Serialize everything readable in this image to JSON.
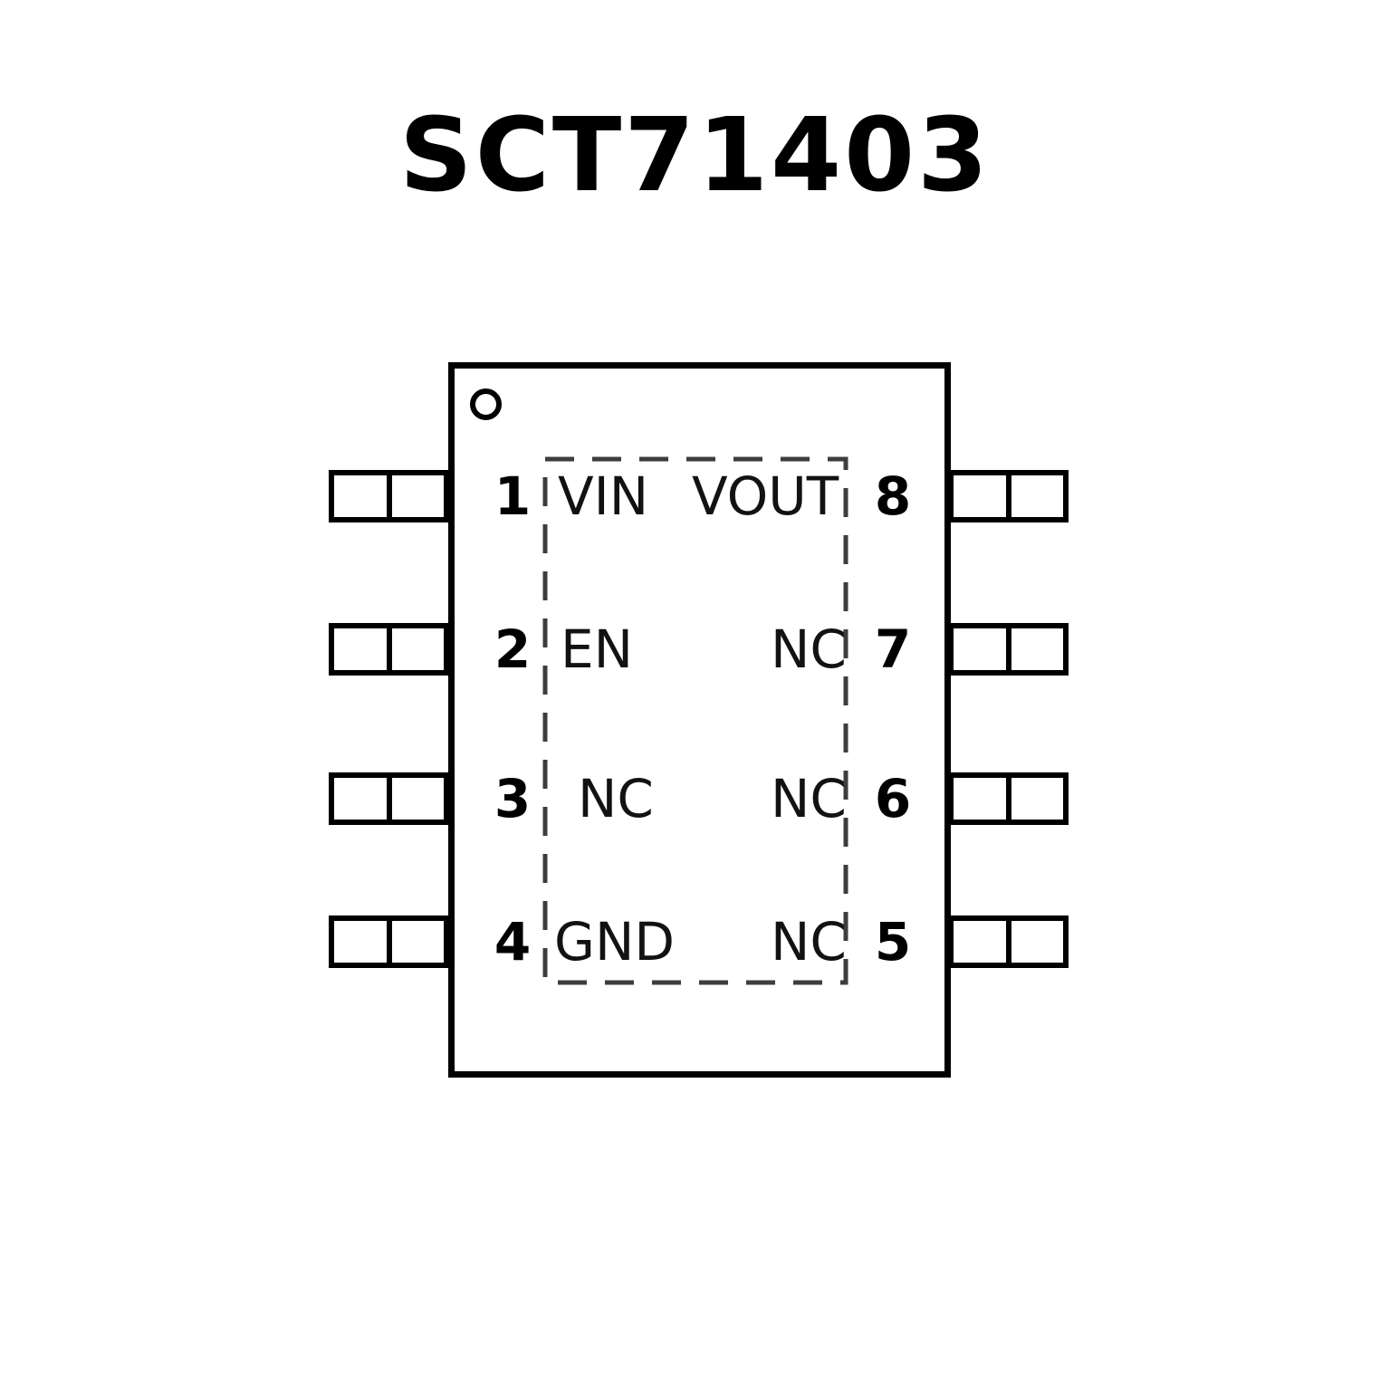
{
  "title": "SCT71403",
  "package": {
    "pin_count": 8,
    "pins": {
      "left": [
        {
          "number": "1",
          "label": "VIN"
        },
        {
          "number": "2",
          "label": "EN"
        },
        {
          "number": "3",
          "label": "NC"
        },
        {
          "number": "4",
          "label": "GND"
        }
      ],
      "right": [
        {
          "number": "8",
          "label": "VOUT"
        },
        {
          "number": "7",
          "label": "NC"
        },
        {
          "number": "6",
          "label": "NC"
        },
        {
          "number": "5",
          "label": "NC"
        }
      ]
    }
  },
  "colors": {
    "line": "#000000",
    "dashed_outline": "#3d3d3d",
    "background": "#ffffff"
  }
}
